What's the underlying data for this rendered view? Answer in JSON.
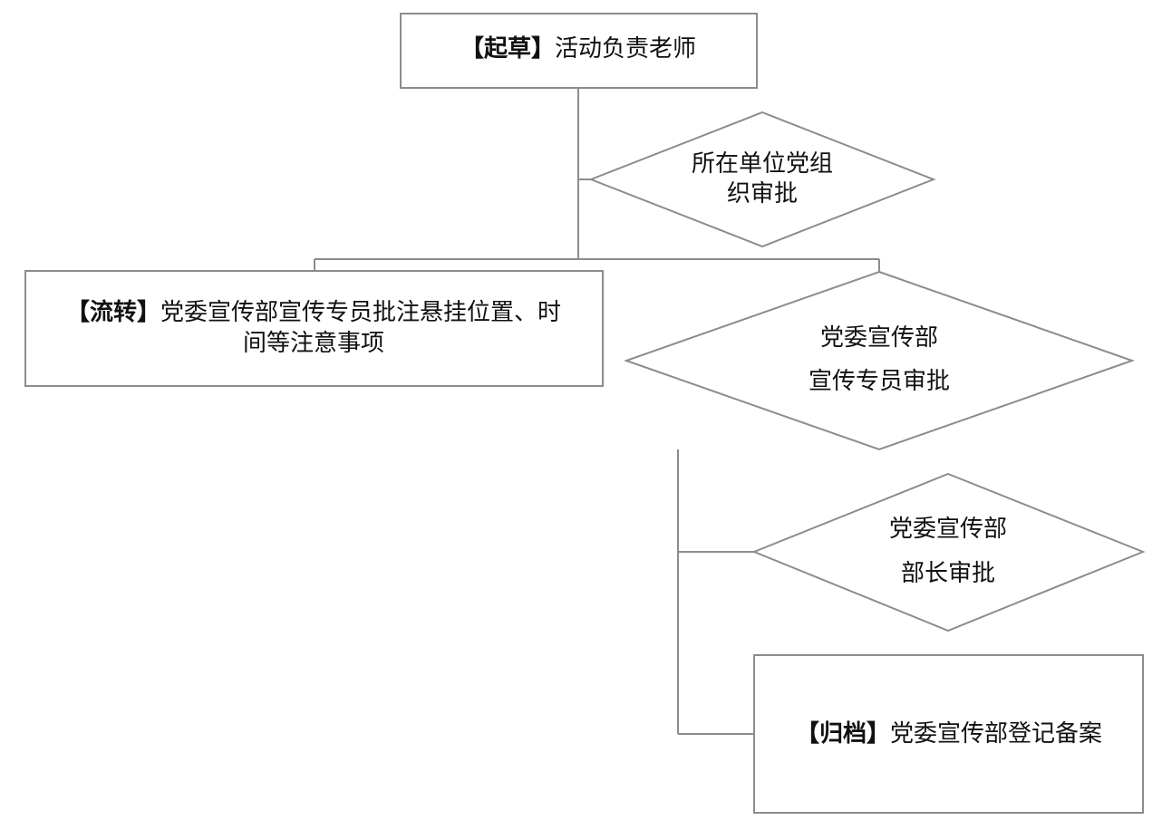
{
  "nodes": {
    "draft": {
      "tag": "【起草】",
      "text": "活动负责老师"
    },
    "unit_approval": {
      "line1": "所在单位党组",
      "line2": "织审批"
    },
    "circulate": {
      "tag": "【流转】",
      "line1": "党委宣传部宣传专员批注悬挂位置、时",
      "line2": "间等注意事项"
    },
    "specialist_approval": {
      "line1": "党委宣传部",
      "line2": "宣传专员审批"
    },
    "minister_approval": {
      "line1": "党委宣传部",
      "line2": "部长审批"
    },
    "archive": {
      "tag": "【归档】",
      "text": "党委宣传部登记备案"
    }
  }
}
